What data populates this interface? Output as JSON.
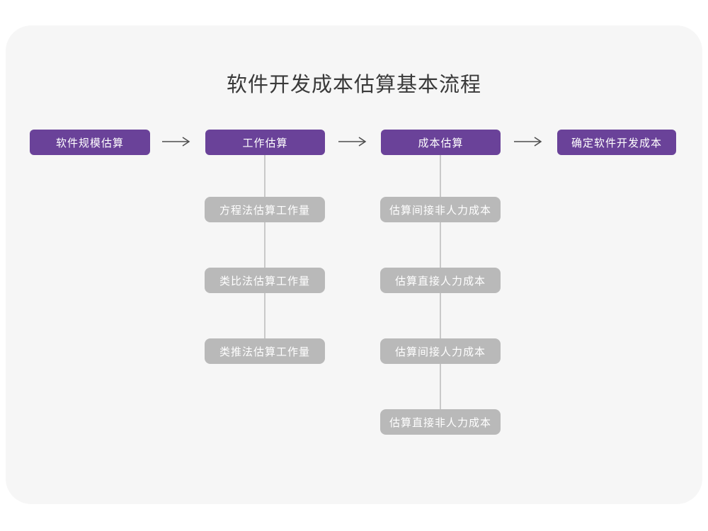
{
  "title": "软件开发成本估算基本流程",
  "flow": {
    "nodes": [
      {
        "label": "软件规模估算"
      },
      {
        "label": "工作估算"
      },
      {
        "label": "成本估算"
      },
      {
        "label": "确定软件开发成本"
      }
    ]
  },
  "work_estimation_branch": {
    "items": [
      {
        "label": "方程法估算工作量"
      },
      {
        "label": "类比法估算工作量"
      },
      {
        "label": "类推法估算工作量"
      }
    ]
  },
  "cost_estimation_branch": {
    "items": [
      {
        "label": "估算间接非人力成本"
      },
      {
        "label": "估算直接人力成本"
      },
      {
        "label": "估算间接人力成本"
      },
      {
        "label": "估算直接非人力成本"
      }
    ]
  },
  "icons": {
    "flow_arrow": "arrow-right"
  },
  "colors": {
    "page_bg": "#ffffff",
    "canvas_bg": "#f6f6f6",
    "title_text": "#3a3a3a",
    "primary_node_bg": "#6a4299",
    "primary_node_text": "#ffffff",
    "sub_node_bg": "#b9b9b9",
    "sub_node_text": "#ffffff",
    "connector_line": "#c9c9c9",
    "arrow_stroke": "#4d4d4d"
  }
}
